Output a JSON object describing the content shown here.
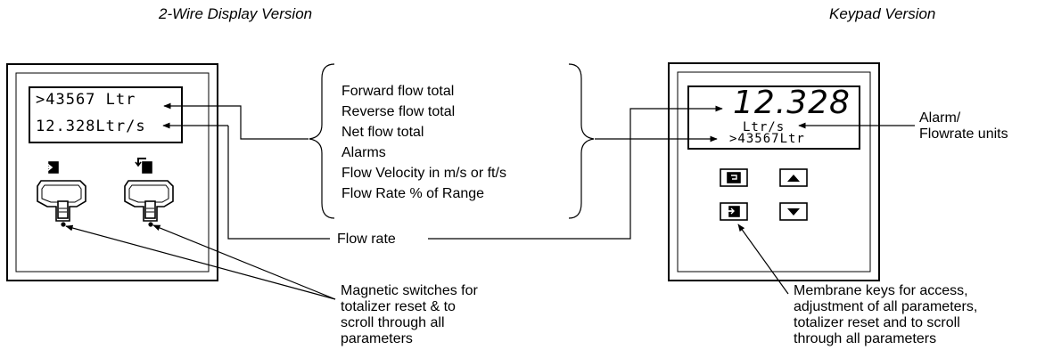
{
  "titles": {
    "left": "2-Wire Display Version",
    "right": "Keypad Version"
  },
  "left_display": {
    "line1": ">43567 Ltr",
    "line2": "12.328Ltr/s"
  },
  "right_display": {
    "big_value": "12.328",
    "units": "Ltr/s",
    "total": ">43567Ltr"
  },
  "options": [
    "Forward flow total",
    "Reverse flow total",
    "Net flow total",
    "Alarms",
    "Flow Velocity in m/s or ft/s",
    "Flow Rate % of Range"
  ],
  "flow_rate_label": "Flow rate",
  "alarm_label": [
    "Alarm/",
    "Flowrate units"
  ],
  "magnetic_note": [
    "Magnetic switches for",
    "totalizer reset & to",
    "scroll through all",
    "parameters"
  ],
  "membrane_note": [
    "Membrane keys for access,",
    "adjustment of all parameters,",
    "totalizer reset and to scroll",
    "through all parameters"
  ],
  "icons": {
    "enter_key": "enter-key-icon",
    "scroll_key": "scroll-back-key-icon",
    "up_key": "up-arrow-icon",
    "down_key": "down-arrow-icon",
    "magnetic_switch": "magnetic-switch-icon"
  }
}
